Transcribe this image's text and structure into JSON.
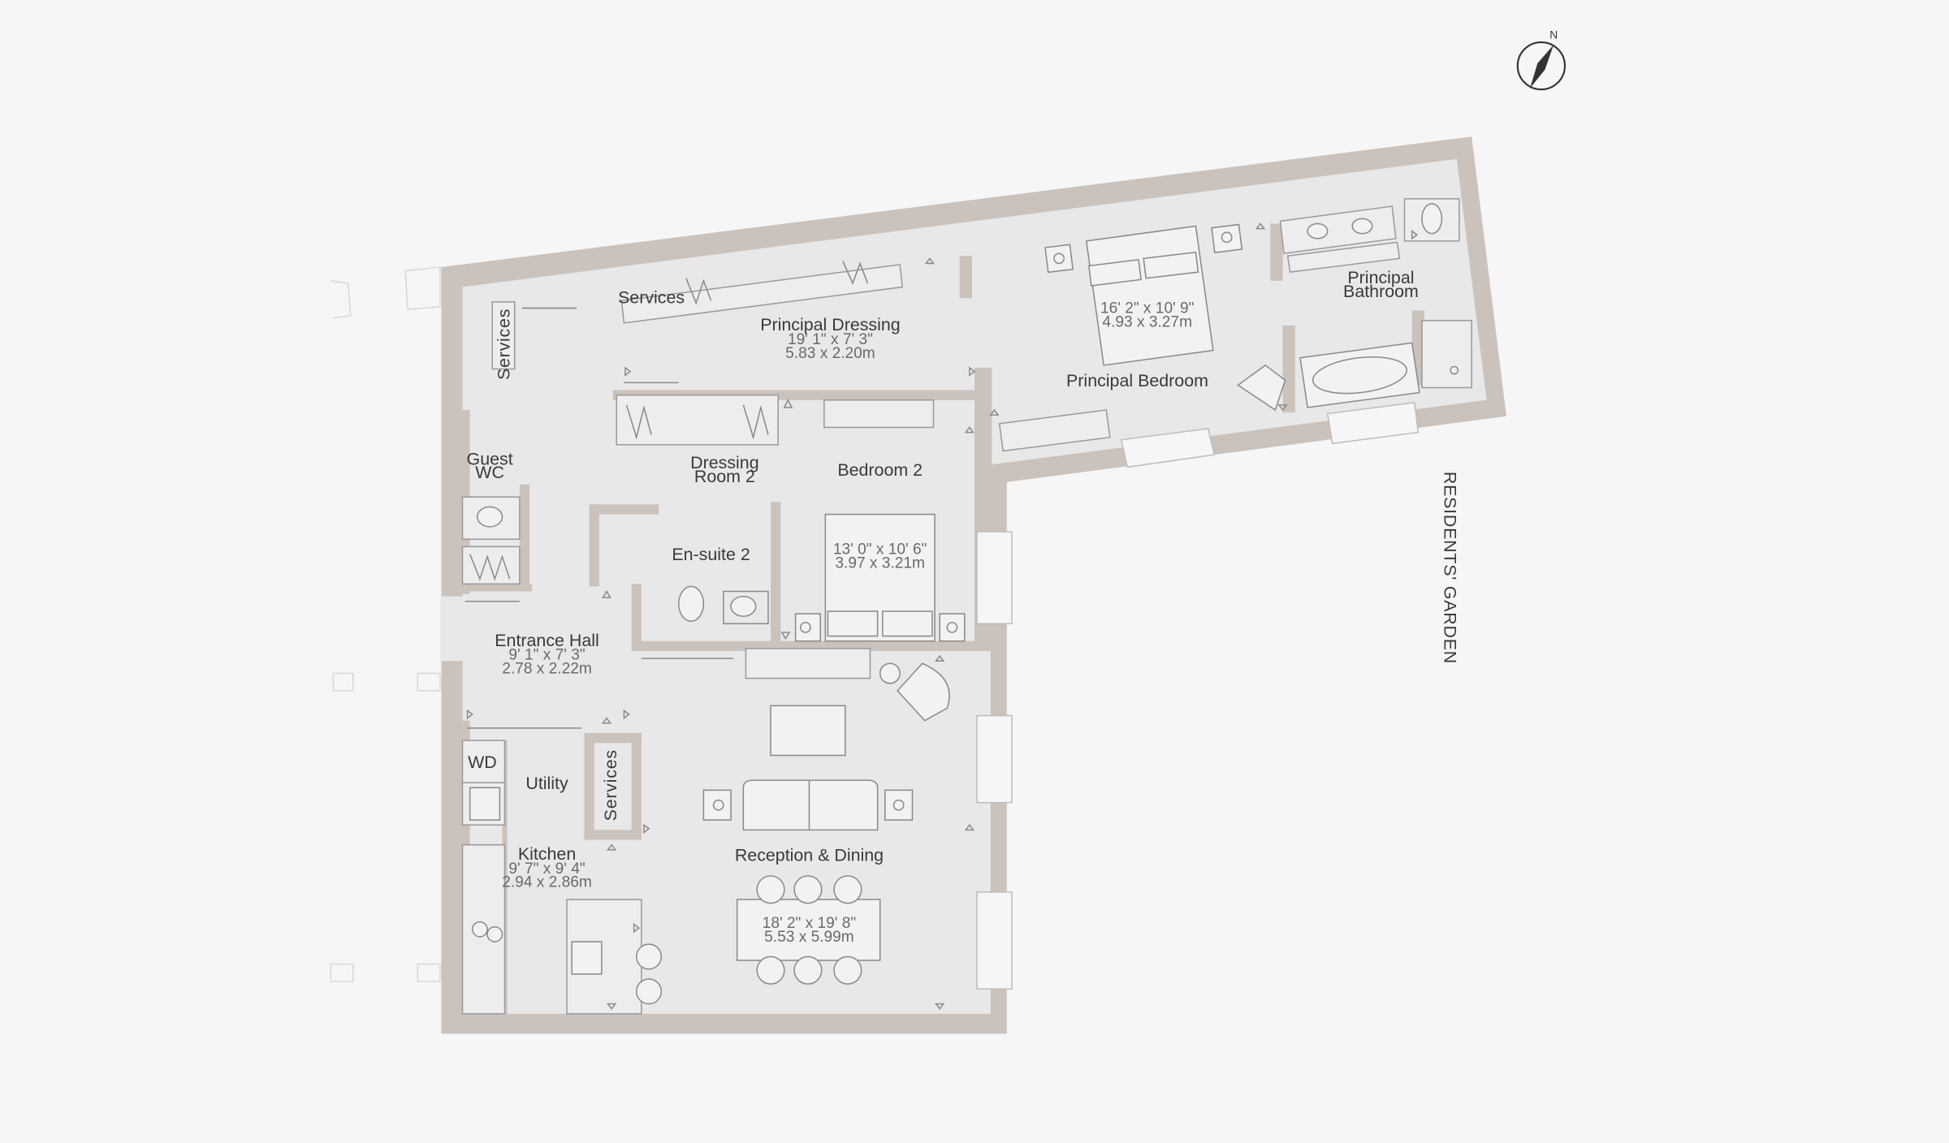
{
  "compass": {
    "label": "N"
  },
  "rooms": {
    "principal_dressing": {
      "name": "Principal Dressing",
      "dim_imperial": "19' 1\" x 7' 3\"",
      "dim_metric": "5.83 x 2.20m"
    },
    "principal_bedroom": {
      "name": "Principal Bedroom",
      "dim_imperial": "16' 2\" x 10' 9\"",
      "dim_metric": "4.93 x 3.27m"
    },
    "principal_bathroom": {
      "name_line1": "Principal",
      "name_line2": "Bathroom"
    },
    "services_top": {
      "name": "Services"
    },
    "services_left": {
      "name": "Services"
    },
    "services_utility": {
      "name": "Services"
    },
    "guest_wc": {
      "name_line1": "Guest",
      "name_line2": "WC"
    },
    "dressing_room_2": {
      "name_line1": "Dressing",
      "name_line2": "Room 2"
    },
    "bedroom_2": {
      "name": "Bedroom 2",
      "dim_imperial": "13' 0\" x 10' 6\"",
      "dim_metric": "3.97 x 3.21m"
    },
    "ensuite_2": {
      "name": "En-suite 2"
    },
    "entrance_hall": {
      "name": "Entrance Hall",
      "dim_imperial": "9' 1\" x 7' 3\"",
      "dim_metric": "2.78 x 2.22m"
    },
    "wd": {
      "name": "WD"
    },
    "utility": {
      "name": "Utility"
    },
    "kitchen": {
      "name": "Kitchen",
      "dim_imperial": "9' 7\" x 9' 4\"",
      "dim_metric": "2.94 x 2.86m"
    },
    "reception_dining": {
      "name": "Reception & Dining",
      "dim_imperial": "18' 2\" x 19' 8\"",
      "dim_metric": "5.53 x 5.99m"
    }
  },
  "side_label": "RESIDENTS' GARDEN",
  "colors": {
    "wall": "#cbc2bc",
    "floor": "#e8e8e8",
    "background": "#f6f6f6",
    "line": "#8a8a8a"
  }
}
